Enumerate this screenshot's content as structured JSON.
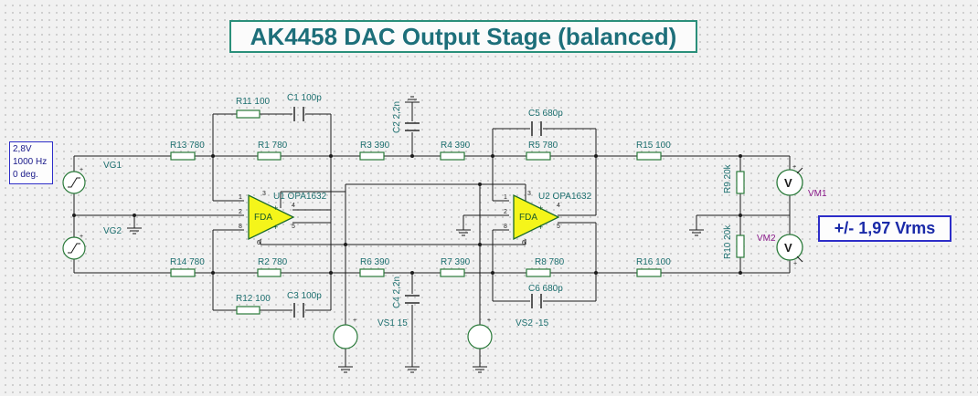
{
  "title": "AK4458 DAC Output Stage (balanced)",
  "generator": {
    "line1": "2,8V",
    "line2": "1000 Hz",
    "line3": "0 deg."
  },
  "result": "+/- 1,97 Vrms",
  "components": {
    "vg1": "VG1",
    "vg2": "VG2",
    "r11": "R11 100",
    "c1": "C1 100p",
    "r13": "R13 780",
    "r1": "R1 780",
    "r3": "R3 390",
    "c2": "C2 2,2n",
    "r4": "R4 390",
    "c5": "C5 680p",
    "r5": "R5 780",
    "r15": "R15 100",
    "r9": "R9 20k",
    "vm1": "VM1",
    "u1": "U1 OPA1632",
    "u2": "U2 OPA1632",
    "r10": "R10 20k",
    "vm2": "VM2",
    "r14": "R14 780",
    "r2": "R2 780",
    "r6": "R6 390",
    "c4": "C4 2,2n",
    "r7": "R7 390",
    "r8": "R8 780",
    "r16": "R16 100",
    "r12": "R12 100",
    "c3": "C3 100p",
    "c6": "C6 680p",
    "vs1": "VS1 15",
    "vs2": "VS2 -15"
  },
  "opamp_label": "FDA",
  "meter_symbol": "V",
  "pins": {
    "p1": "1",
    "p2": "2",
    "p3": "3",
    "p4": "4",
    "p5": "5",
    "p6": "6",
    "p8": "8"
  },
  "symbols": {
    "plus": "+",
    "minus": "−"
  }
}
